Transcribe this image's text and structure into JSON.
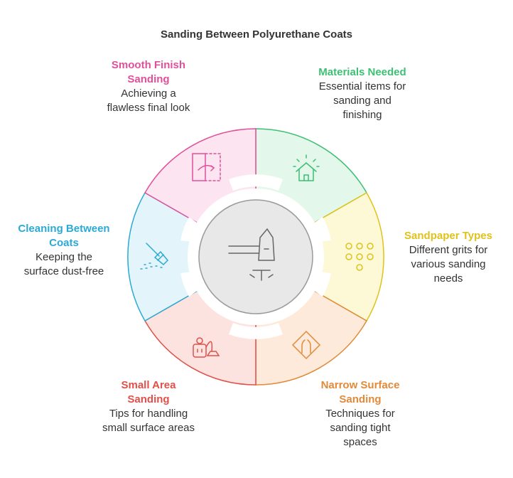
{
  "title": "Sanding Between Polyurethane Coats",
  "sections": [
    {
      "heading": "Materials Needed",
      "description": "Essential items for sanding and finishing",
      "color": "#3dbf74",
      "fill": "#e3f7ea",
      "icon": "house-icon"
    },
    {
      "heading": "Sandpaper Types",
      "description": "Different grits for various sanding needs",
      "color": "#e0c21a",
      "fill": "#fdf8d5",
      "icon": "grit-dots-icon"
    },
    {
      "heading": "Narrow Surface Sanding",
      "description": "Techniques for sanding tight spaces",
      "color": "#e08a3a",
      "fill": "#fdeadb",
      "icon": "narrow-path-icon"
    },
    {
      "heading": "Small Area Sanding",
      "description": "Tips for handling small surface areas",
      "color": "#e0504a",
      "fill": "#fde3e0",
      "icon": "vacuum-icon"
    },
    {
      "heading": "Cleaning Between Coats",
      "description": "Keeping the surface dust-free",
      "color": "#2aaad4",
      "fill": "#e3f5fb",
      "icon": "broom-icon"
    },
    {
      "heading": "Smooth Finish Sanding",
      "description": "Achieving a flawless final look",
      "color": "#e0509a",
      "fill": "#fde4f1",
      "icon": "mirror-icon"
    }
  ],
  "center": {
    "icon": "sander-icon"
  }
}
